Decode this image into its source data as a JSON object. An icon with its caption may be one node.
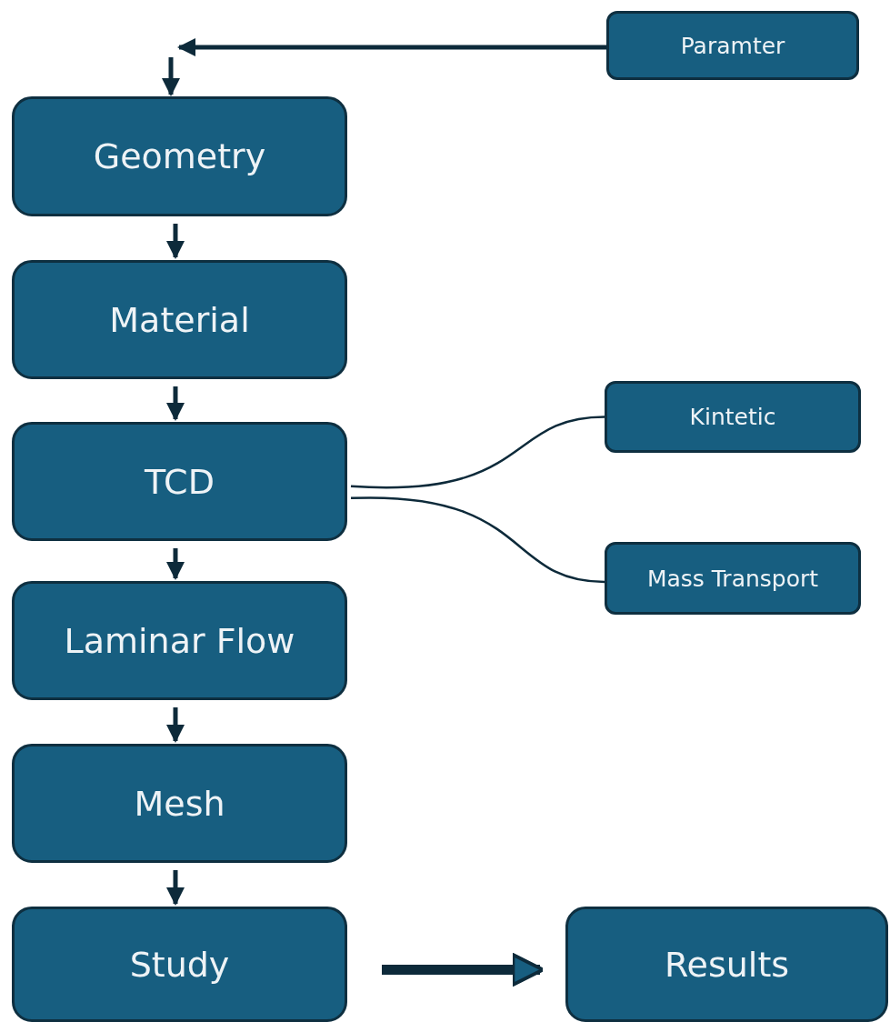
{
  "diagram": {
    "nodes": [
      {
        "text": [
          "Paramter"
        ]
      },
      {
        "text": [
          "Geometry"
        ]
      },
      {
        "text": [
          "Material"
        ]
      },
      {
        "text": [
          "TCD"
        ]
      },
      {
        "text": [
          "Kintetic"
        ]
      },
      {
        "text": [
          "Mass Transport"
        ]
      },
      {
        "text": [
          "Laminar Flow"
        ]
      },
      {
        "text": [
          "Mesh"
        ]
      },
      {
        "text": [
          "Study"
        ]
      },
      {
        "text": [
          "Results"
        ]
      }
    ],
    "edges": [
      {
        "from": 0,
        "to": null,
        "arrow": "to"
      },
      {
        "from": null,
        "to": 1,
        "arrow": "to"
      },
      {
        "from": 1,
        "to": 2,
        "arrow": "to"
      },
      {
        "from": 2,
        "to": 3,
        "arrow": "to"
      },
      {
        "from": 3,
        "to": 4,
        "arrow": "none"
      },
      {
        "from": 3,
        "to": 5,
        "arrow": "none"
      },
      {
        "from": 3,
        "to": 6,
        "arrow": "to"
      },
      {
        "from": 6,
        "to": 7,
        "arrow": "to"
      },
      {
        "from": 7,
        "to": 8,
        "arrow": "to"
      },
      {
        "from": 8,
        "to": 9,
        "arrow": "to",
        "style": "thick"
      }
    ]
  }
}
